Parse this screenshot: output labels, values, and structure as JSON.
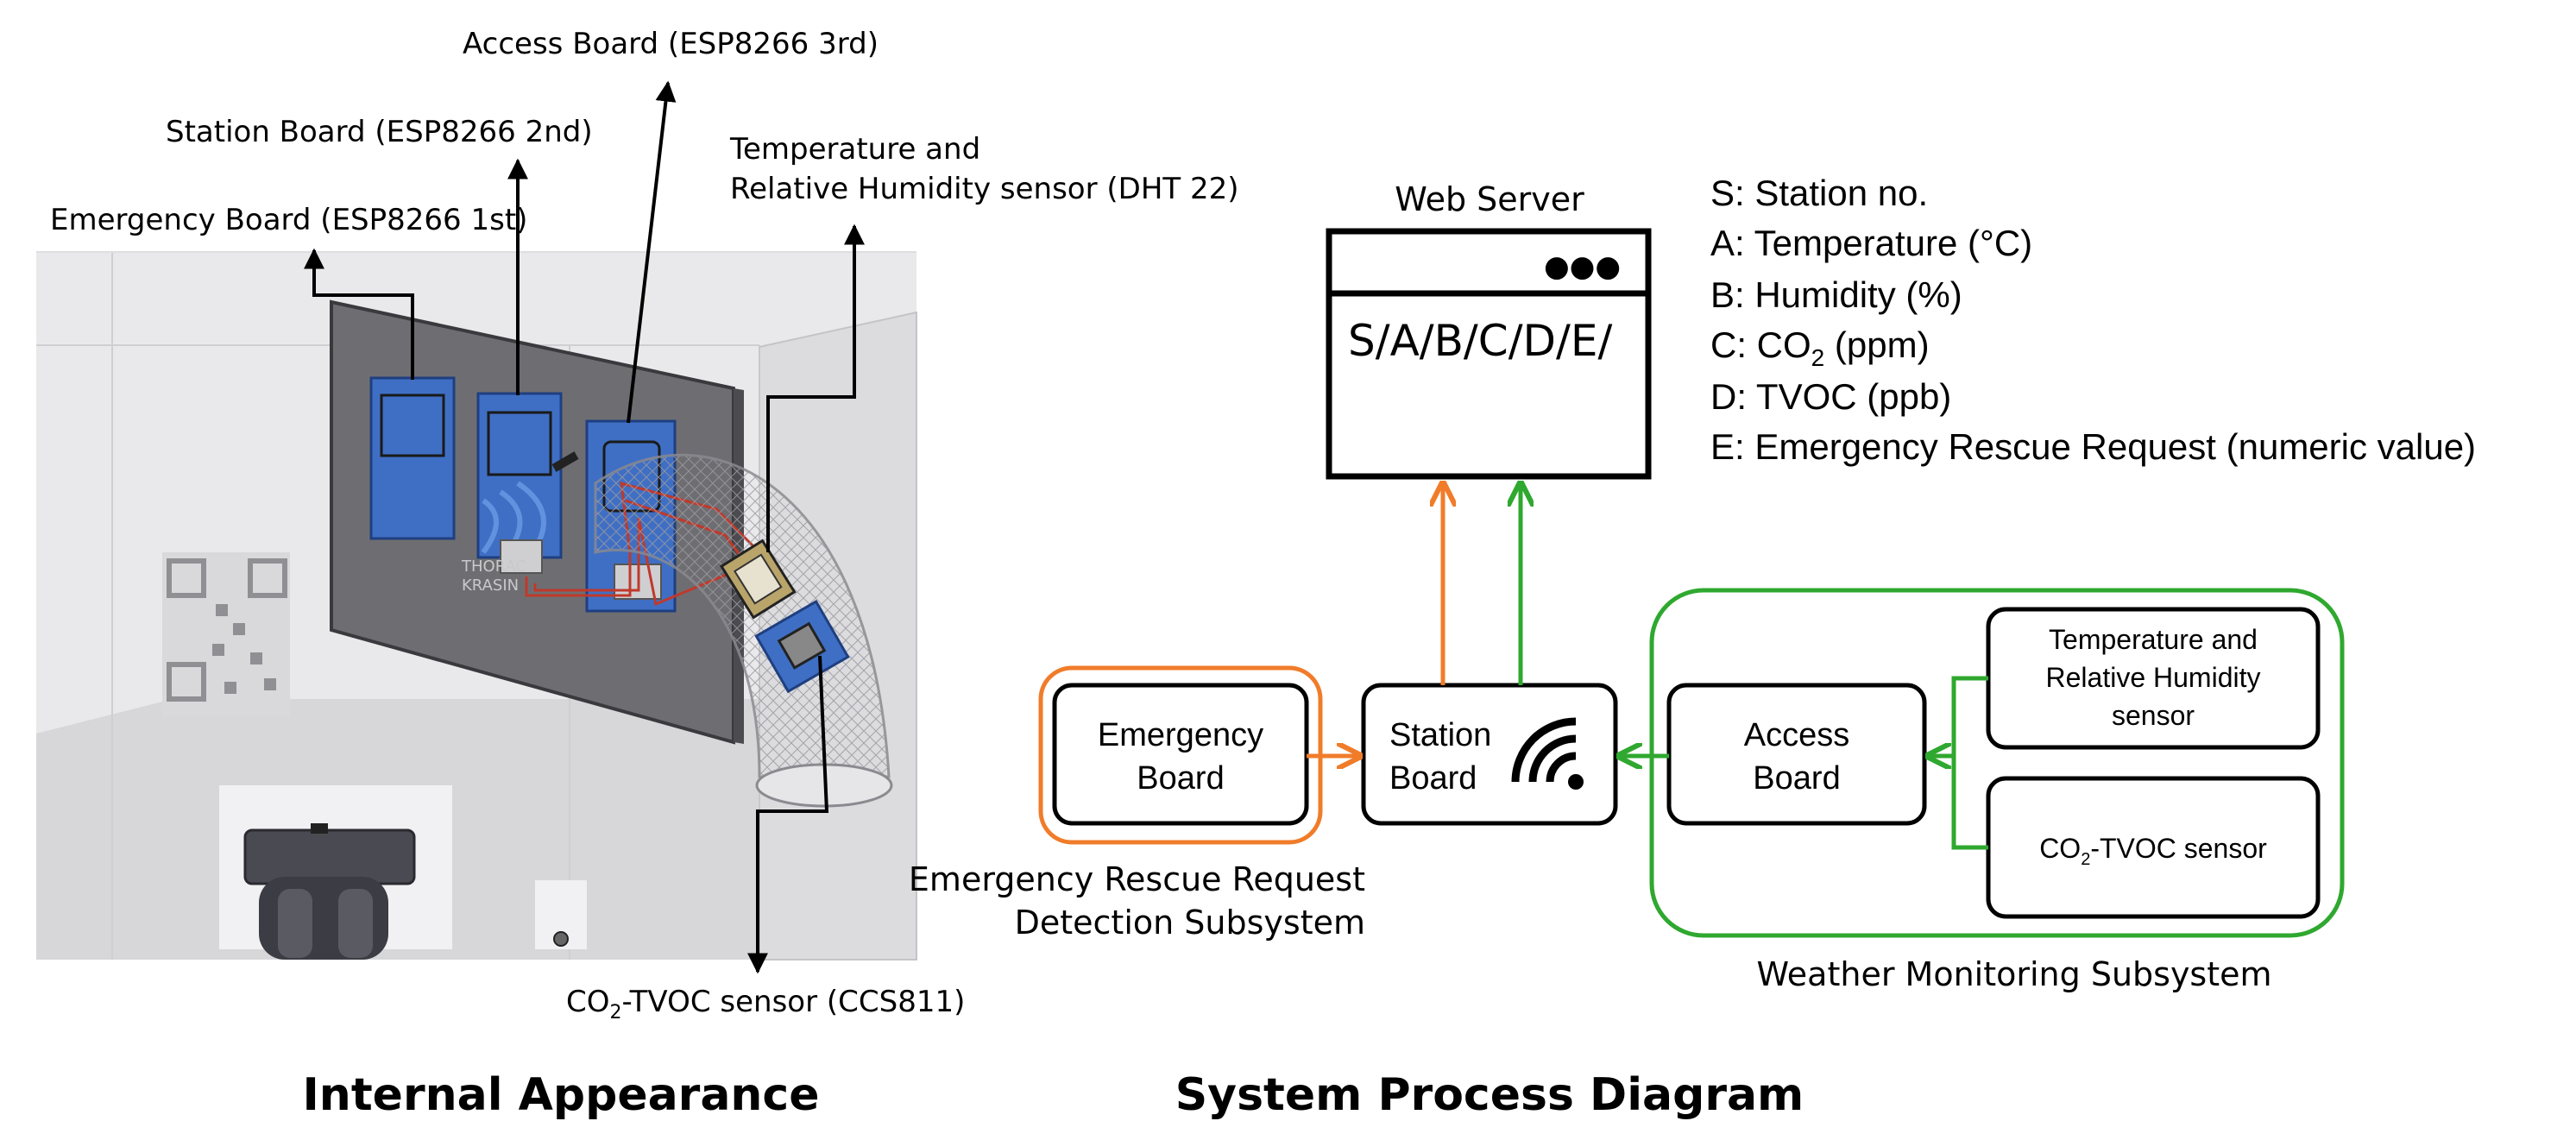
{
  "left": {
    "title": "Internal Appearance",
    "labels": {
      "access_board": "Access Board (ESP8266 3rd)",
      "station_board": "Station Board (ESP8266 2nd)",
      "emergency_board": "Emergency Board (ESP8266 1st)",
      "dht_line1": "Temperature and",
      "dht_line2": "Relative Humidity sensor (DHT 22)",
      "ccs_pre": "CO",
      "ccs_sub": "2",
      "ccs_post": "-TVOC sensor (CCS811)"
    },
    "device_text": {
      "line1": "THORAC",
      "line2": "KRASIN"
    }
  },
  "right": {
    "title": "System Process Diagram",
    "web_server": {
      "label": "Web Server",
      "dots": "●●●",
      "format": "S/A/B/C/D/E/"
    },
    "legend": {
      "s": "S: Station no.",
      "a": "A: Temperature (°C)",
      "b": "B: Humidity (%)",
      "c_pre": "C: CO",
      "c_sub": "2",
      "c_post": " (ppm)",
      "d": "D: TVOC (ppb)",
      "e": "E: Emergency Rescue Request (numeric value)"
    },
    "emergency_board": {
      "line1": "Emergency",
      "line2": "Board"
    },
    "station_board": {
      "line1": "Station",
      "line2": "Board"
    },
    "access_board": {
      "line1": "Access",
      "line2": "Board"
    },
    "temp_sensor": {
      "line1": "Temperature and",
      "line2": "Relative Humidity",
      "line3": "sensor"
    },
    "co2_sensor": {
      "pre": "CO",
      "sub": "2",
      "post": "-TVOC sensor"
    },
    "emergency_subsystem": {
      "line1": "Emergency Rescue Request",
      "line2": "Detection Subsystem"
    },
    "weather_subsystem": "Weather Monitoring Subsystem"
  },
  "colors": {
    "orange": "#f07c2a",
    "green": "#2fa82f",
    "board_blue": "#3f6fc4",
    "panel_gray": "#6e6e72"
  }
}
